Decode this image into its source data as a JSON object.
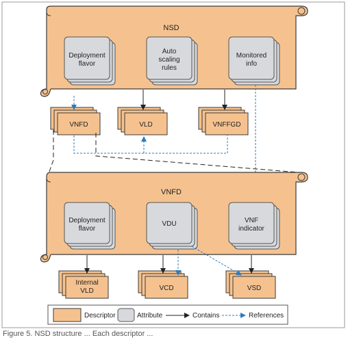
{
  "colors": {
    "descriptor": "#f5c28f",
    "descriptor_border": "#3a3a3a",
    "attribute": "#d8d9dc",
    "contains": "#222222",
    "references": "#2a7bbf"
  },
  "nsd": {
    "title": "NSD",
    "attributes": [
      {
        "label": "Deployment\nflavor"
      },
      {
        "label": "Auto\nscaling\nrules"
      },
      {
        "label": "Monitored\ninfo"
      }
    ]
  },
  "nsd_descriptors": [
    {
      "label": "VNFD"
    },
    {
      "label": "VLD"
    },
    {
      "label": "VNFFGD"
    }
  ],
  "vnfd": {
    "title": "VNFD",
    "attributes": [
      {
        "label": "Deployment\nflavor"
      },
      {
        "label": "VDU"
      },
      {
        "label": "VNF\nindicator"
      }
    ]
  },
  "vnfd_descriptors": [
    {
      "label": "Internal\nVLD"
    },
    {
      "label": "VCD"
    },
    {
      "label": "VSD"
    }
  ],
  "legend": {
    "descriptor": "Descriptor",
    "attribute": "Attribute",
    "contains": "Contains",
    "references": "References"
  },
  "caption": "Figure 5. NSD structure ... Each descriptor ..."
}
